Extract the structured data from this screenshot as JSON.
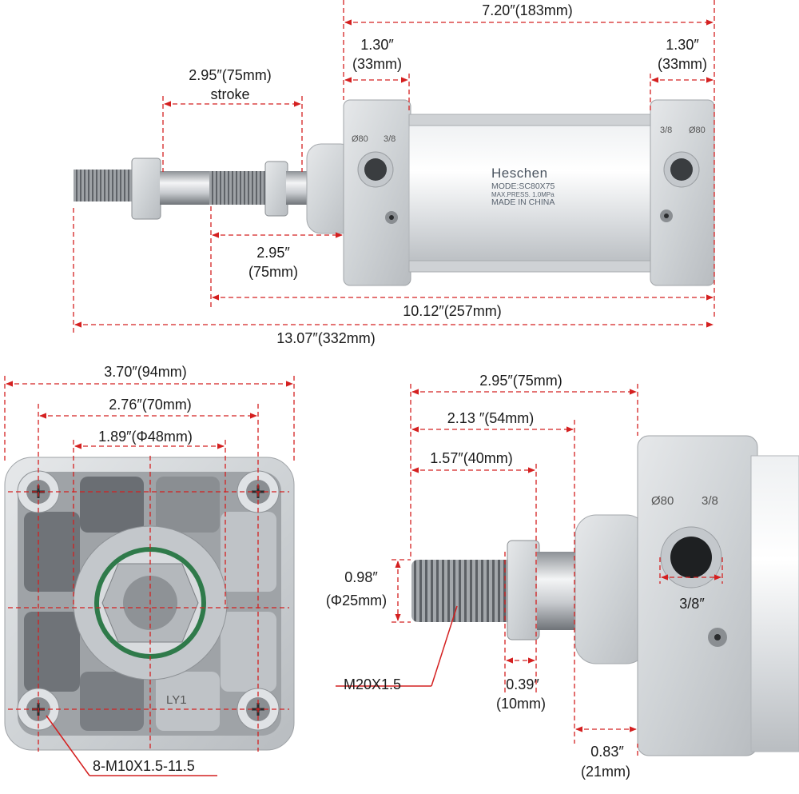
{
  "top_view": {
    "overall_length": "13.07″(332mm)",
    "body_with_rod": "10.12″(257mm)",
    "cylinder_length": "7.20″(183mm)",
    "end_cap_left": {
      "inch": "1.30″",
      "mm": "(33mm)"
    },
    "end_cap_right": {
      "inch": "1.30″",
      "mm": "(33mm)"
    },
    "stroke": {
      "inch": "2.95″(75mm)",
      "label": "stroke"
    },
    "rod_extension": {
      "inch": "2.95″",
      "mm": "(75mm)"
    },
    "nameplate": {
      "brand": "Heschen",
      "model": "MODE:SC80X75",
      "pressure": "MAX.PRESS.  1.0MPa",
      "origin": "MADE IN CHINA"
    },
    "port_marks": {
      "bore": "Ø80",
      "thread": "3/8"
    }
  },
  "end_view": {
    "width_overall": "3.70″(94mm)",
    "bolt_spacing": "2.76″(70mm)",
    "boss_diameter": "1.89″(Φ48mm)",
    "mount_thread": "8-M10X1.5-11.5",
    "cast_mark": "LY1"
  },
  "rod_detail": {
    "length_total": "2.95″(75mm)",
    "length_to_shoulder": "2.13 ″(54mm)",
    "thread_length": "1.57″(40mm)",
    "boss_dia": {
      "inch": "0.98″",
      "mm": "(Φ25mm)"
    },
    "thread_spec": "M20X1.5",
    "nut_width": {
      "inch": "0.39″",
      "mm": "(10mm)"
    },
    "cap_gap": {
      "inch": "0.83″",
      "mm": "(21mm)"
    },
    "port_size": "3/8″",
    "port_marks": {
      "bore": "Ø80",
      "thread": "3/8"
    }
  },
  "colors": {
    "dimension_line": "#d42020",
    "arrow": "#d42020"
  }
}
